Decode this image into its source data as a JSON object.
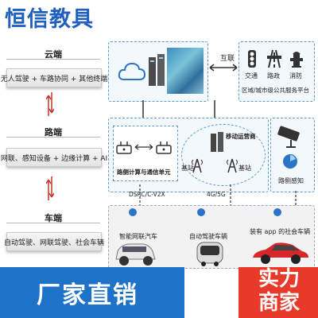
{
  "brand": {
    "name": "恒信教具"
  },
  "tiers": [
    {
      "title": "云端",
      "content": "无人驾驶 + 车路协同 + 其他终端"
    },
    {
      "title": "路端",
      "content": "网联、感知设备 + 边缘计算 + AI"
    },
    {
      "title": "车端",
      "content": "自动驾驶、网联驾驶、社会车辆"
    }
  ],
  "cloud_panel": {
    "link_label": "互联",
    "services": [
      "交通",
      "路政",
      "消防"
    ],
    "platform_label": "区域/城市级公共服务平台"
  },
  "road_panel": {
    "operator_label": "移动运营商",
    "unit_label": "路侧计算与通信单元",
    "base_station_labels": [
      "基站",
      "基站"
    ],
    "sensing_label": "路侧感知",
    "protocol_left": "DSRC/C-V2X",
    "protocol_right": "4G/5G"
  },
  "vehicles": [
    {
      "label": "智能网联汽车"
    },
    {
      "label": "自动驾驶车辆"
    },
    {
      "label": "装有 app 的社会车辆"
    }
  ],
  "banners": {
    "left": "厂家直销",
    "right": "实力商家"
  },
  "colors": {
    "brand_blue": "#1f5fbf",
    "banner_blue": "#1e72c8",
    "banner_red": "#e83a2a",
    "panel_border": "#5b9bd5"
  }
}
